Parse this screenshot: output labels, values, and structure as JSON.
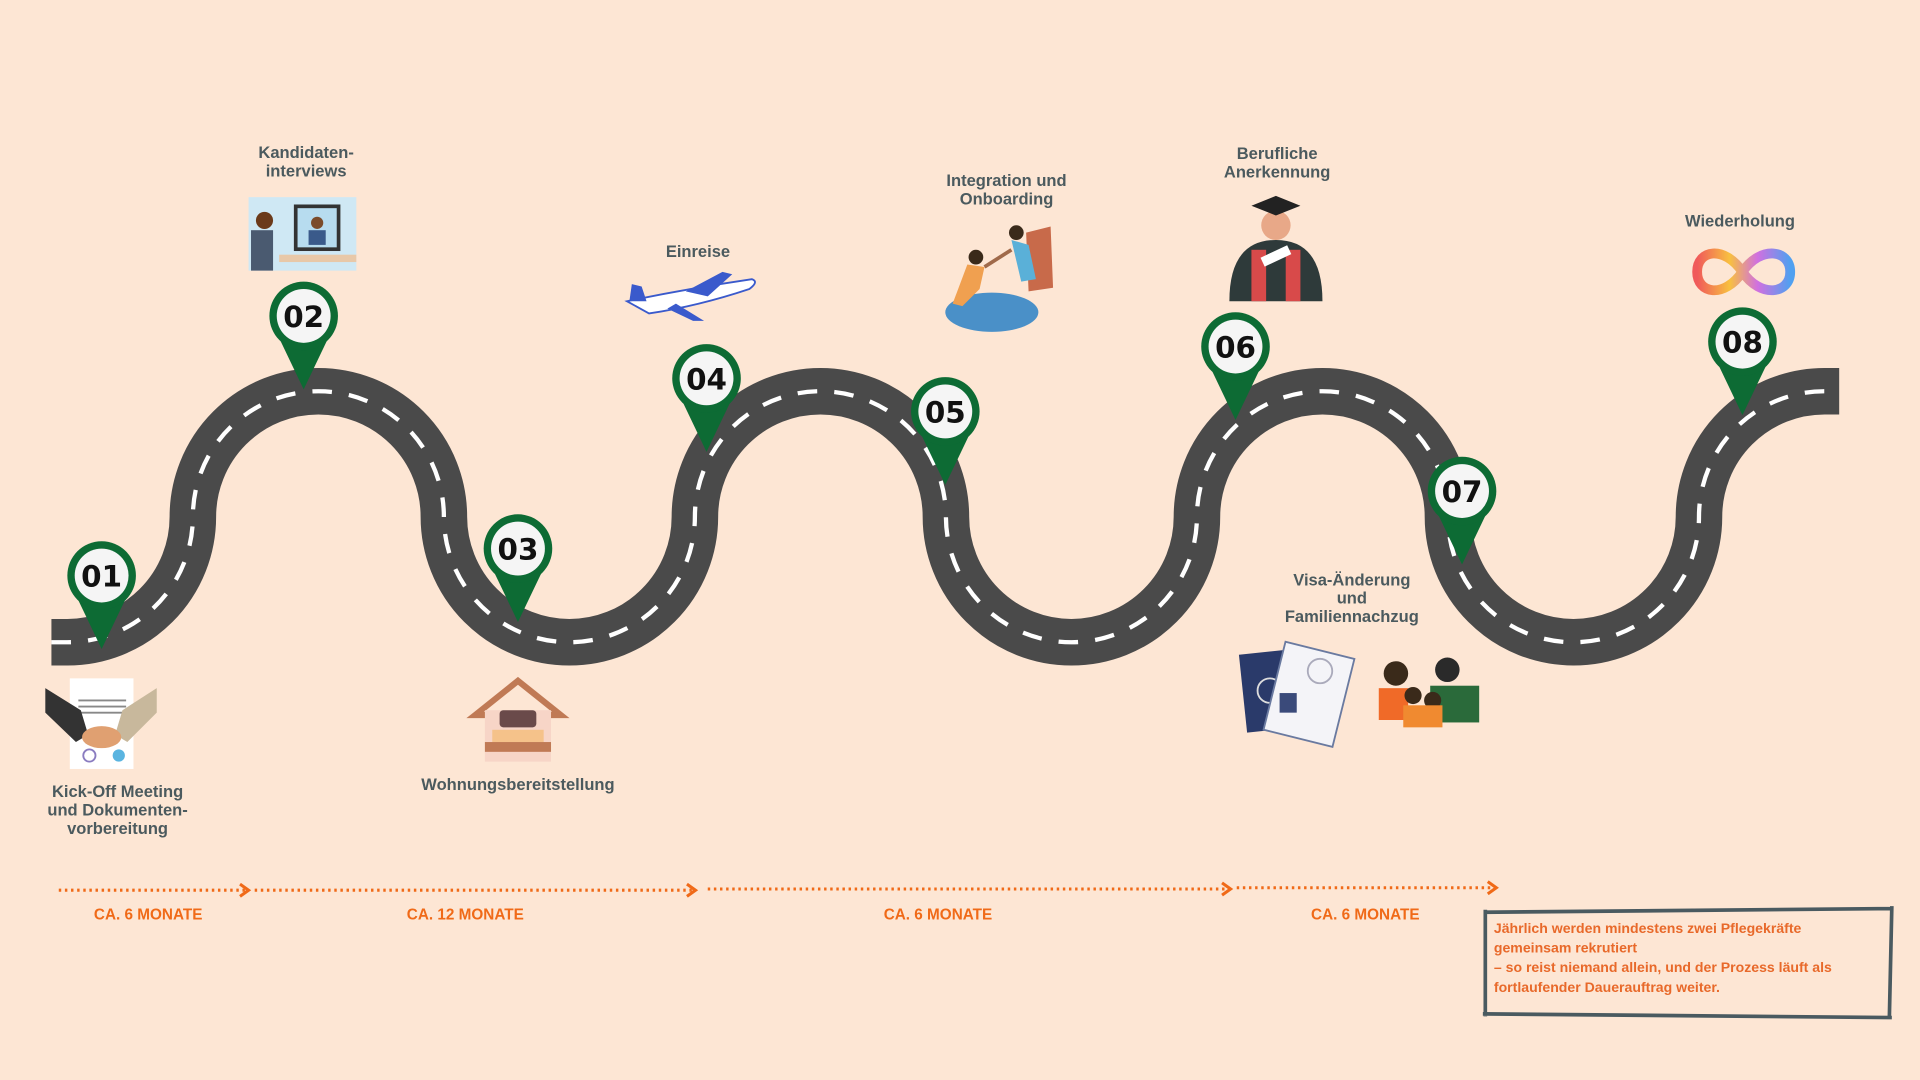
{
  "colors": {
    "background": "#fde6d4",
    "road": "#4a4a4a",
    "pin": "#0d6b34",
    "accent": "#f06a18",
    "label": "#4b5a5e"
  },
  "steps": [
    {
      "number": "01",
      "label": [
        "Kick-Off Meeting",
        "und Dokumenten-",
        "vorbereitung"
      ],
      "icon": "handshake-contract-icon"
    },
    {
      "number": "02",
      "label": [
        "Kandidaten-",
        "interviews"
      ],
      "icon": "video-call-icon"
    },
    {
      "number": "03",
      "label": [
        "Wohnungsbereitstellung"
      ],
      "icon": "house-bed-icon"
    },
    {
      "number": "04",
      "label": [
        "Einreise"
      ],
      "icon": "airplane-icon"
    },
    {
      "number": "05",
      "label": [
        "Integration und",
        "Onboarding"
      ],
      "icon": "helping-hand-icon"
    },
    {
      "number": "06",
      "label": [
        "Berufliche",
        "Anerkennung"
      ],
      "icon": "graduate-icon"
    },
    {
      "number": "07",
      "label": [
        "Visa-Änderung",
        "und",
        "Familiennachzug"
      ],
      "icon": "passport-family-icon"
    },
    {
      "number": "08",
      "label": [
        "Wiederholung"
      ],
      "icon": "infinity-icon"
    }
  ],
  "durations": [
    "CA. 6 MONATE",
    "CA. 12 MONATE",
    "CA. 6 MONATE",
    "CA. 6 MONATE"
  ],
  "note": [
    "Jährlich werden mindestens zwei Pflegekräfte",
    "gemeinsam rekrutiert",
    "– so reist niemand allein, und der Prozess läuft als",
    "fortlaufender Dauerauftrag weiter."
  ]
}
